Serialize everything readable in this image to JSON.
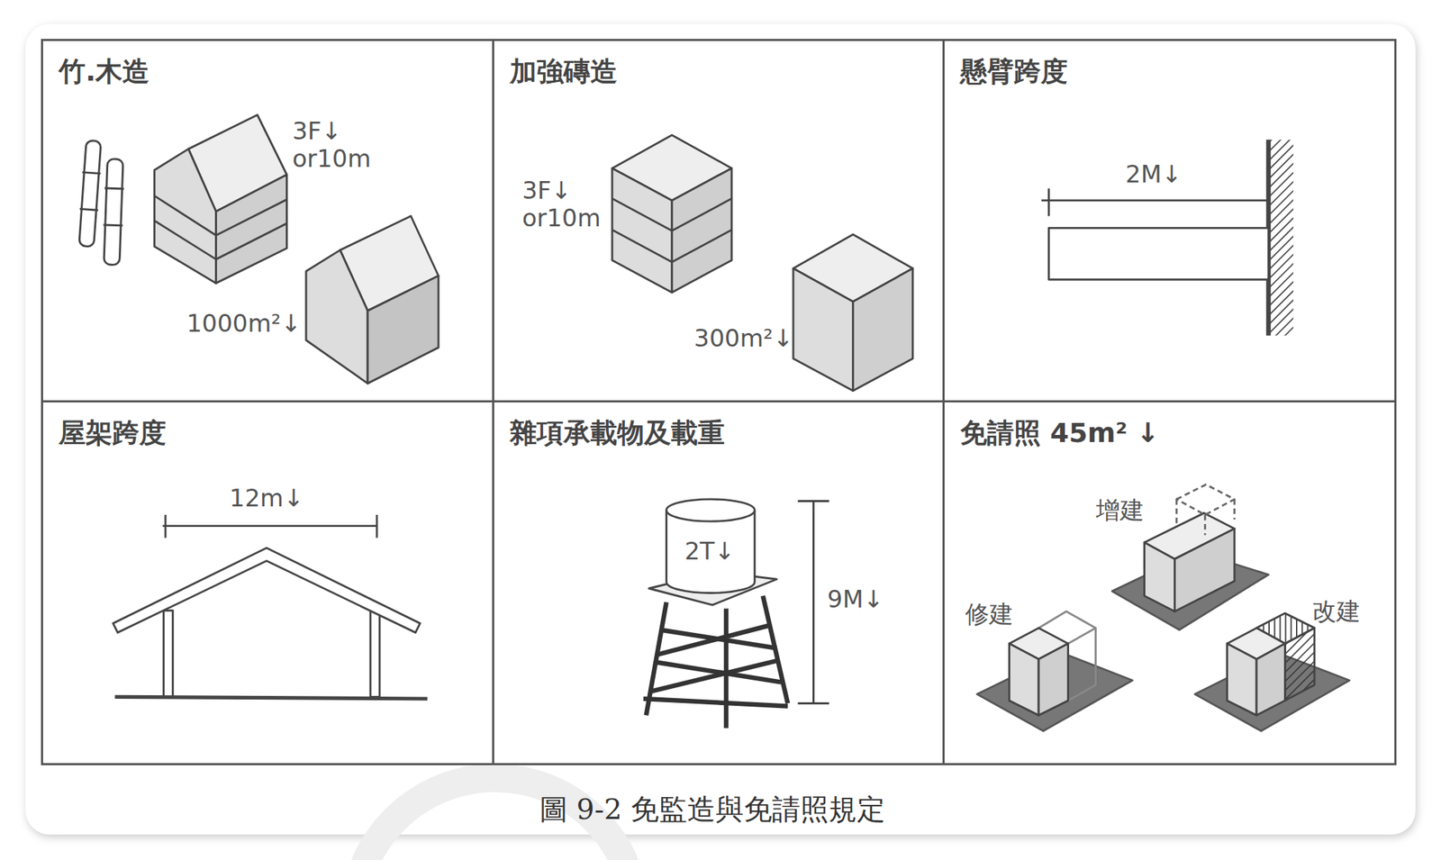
{
  "diagram": {
    "caption": "圖 9-2 免監造與免請照規定",
    "nodes": [
      {
        "text": [
          "竹.木造"
        ]
      },
      {
        "text": [
          "加強磚造"
        ]
      },
      {
        "text": [
          "懸臂跨度"
        ]
      },
      {
        "text": [
          "屋架跨度"
        ]
      },
      {
        "text": [
          "雜項承載物及載重"
        ]
      },
      {
        "text": [
          "免請照 45m² ↓"
        ]
      }
    ],
    "labels": [
      "3F↓ or10m",
      "1000m²↓",
      "3F↓ or10m",
      "300m²↓",
      "2M↓",
      "12m↓",
      "2T↓",
      "9M↓",
      "增建",
      "修建",
      "改建"
    ]
  }
}
